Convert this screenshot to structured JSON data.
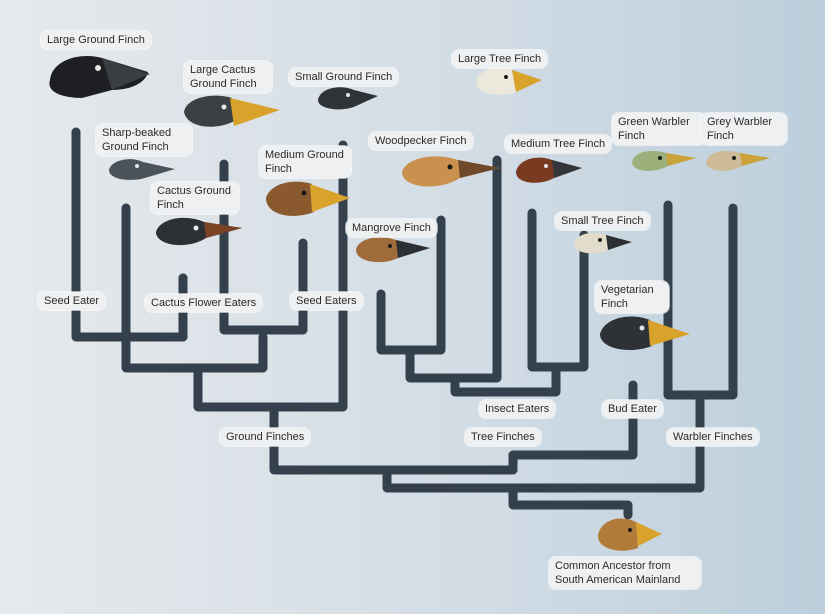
{
  "diagram": {
    "finches": {
      "large_ground": "Large Ground Finch",
      "large_cactus_ground": "Large Cactus Ground Finch",
      "small_ground": "Small Ground Finch",
      "sharp_beaked_ground": "Sharp-beaked Ground Finch",
      "medium_ground": "Medium Ground Finch",
      "cactus_ground": "Cactus Ground Finch",
      "large_tree": "Large Tree Finch",
      "woodpecker": "Woodpecker Finch",
      "medium_tree": "Medium Tree Finch",
      "mangrove": "Mangrove Finch",
      "small_tree": "Small Tree Finch",
      "vegetarian": "Vegetarian Finch",
      "green_warbler": "Green Warbler Finch",
      "grey_warbler": "Grey Warbler Finch"
    },
    "diets": {
      "seed_eater": "Seed Eater",
      "cactus_flower_eaters": "Cactus Flower Eaters",
      "seed_eaters": "Seed Eaters",
      "insect_eaters": "Insect Eaters",
      "bud_eater": "Bud Eater"
    },
    "groups": {
      "ground_finches": "Ground Finches",
      "tree_finches": "Tree Finches",
      "warbler_finches": "Warbler Finches"
    },
    "ancestor": "Common Ancestor from South American Mainland"
  },
  "colors": {
    "branch": "#34414d",
    "label_bg": "#eef0f2"
  }
}
